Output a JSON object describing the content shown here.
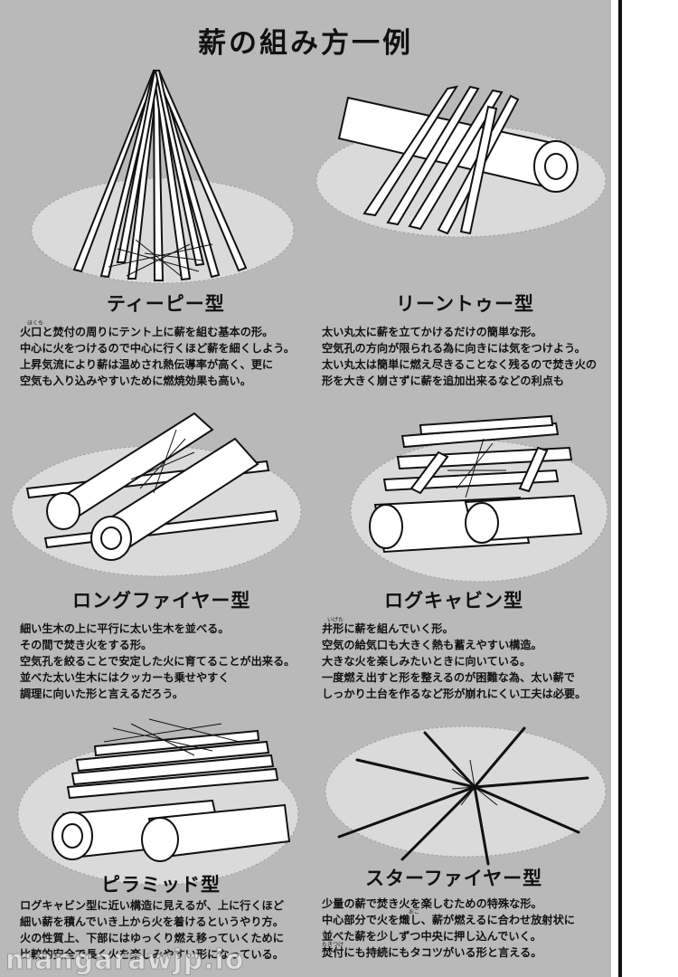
{
  "page": {
    "title": "薪の組み方一例",
    "watermark": "mangarawjp.io"
  },
  "colors": {
    "panel": "#b9b9b9",
    "ground": "#d9d9d9",
    "ink": "#111111",
    "wood": "#ffffff"
  },
  "sections": [
    {
      "name": "ティーピー型",
      "ruby": "ほくち",
      "lines": [
        "火口と焚付の周りにテント上に薪を組む基本の形。",
        "中心に火をつけるので中心に行くほど薪を細くしよう。",
        "上昇気流により薪は温めされ熱伝導率が高く、更に",
        "空気も入り込みやすいために燃焼効果も高い。"
      ]
    },
    {
      "name": "リーントゥー型",
      "lines": [
        "太い丸太に薪を立てかけるだけの簡単な形。",
        "空気孔の方向が限られる為に向きには気をつけよう。",
        "太い丸太は簡単に燃え尽きることなく残るので焚き火の",
        "形を大きく崩さずに薪を追加出来るなどの利点も"
      ]
    },
    {
      "name": "ロングファイヤー型",
      "lines": [
        "細い生木の上に平行に太い生木を並べる。",
        "その間で焚き火をする形。",
        "空気孔を絞ることで安定した火に育てることが出来る。",
        "並べた太い生木にはクッカーも乗せやすく",
        "調理に向いた形と言えるだろう。"
      ]
    },
    {
      "name": "ログキャビン型",
      "ruby": "いげた",
      "lines": [
        "井形に薪を組んでいく形。",
        "空気の給気口も大きく熱も蓄えやすい構造。",
        "大きな火を楽しみたいときに向いている。",
        "一度燃え出すと形を整えるのが困難な為、太い薪で",
        "しっかり土台を作るなど形が崩れにくい工夫は必要。"
      ]
    },
    {
      "name": "ピラミッド型",
      "lines": [
        "ログキャビン型に近い構造に見えるが、上に行くほど",
        "細い薪を積んでいき上から火を着けるというやり方。",
        "火の性質上、下部にはゆっくり燃え移っていくために",
        "比較的安全で長く火を楽しみやすい形になっている。"
      ]
    },
    {
      "name": "スターファイヤー型",
      "ruby": "おこ",
      "ruby2": "たきつけ",
      "lines": [
        "少量の薪で焚き火を楽しむための特殊な形。",
        "中心部分で火を熾し、薪が燃えるに合わせ放射状に",
        "並べた薪を少しずつ中央に押し込んでいく。",
        "焚付にも持続にもタコツがいる形と言える。"
      ]
    }
  ]
}
